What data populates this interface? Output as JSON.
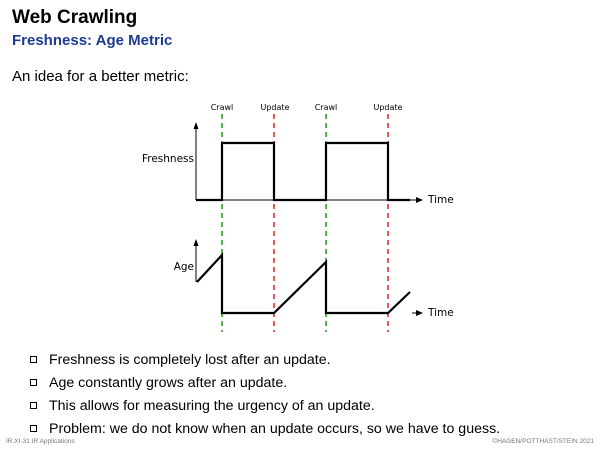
{
  "slide": {
    "title": "Web Crawling",
    "subtitle": "Freshness: Age Metric",
    "intro": "An idea for a better metric:"
  },
  "diagram": {
    "event_labels": [
      "Crawl",
      "Update",
      "Crawl",
      "Update"
    ],
    "freshness_label": "Freshness",
    "age_label": "Age",
    "time_label_top": "Time",
    "time_label_bottom": "Time",
    "colors": {
      "crawl": "#22aa22",
      "update": "#e03030",
      "line": "#000000"
    }
  },
  "bullets": [
    "Freshness is completely lost after an update.",
    "Age constantly grows after an update.",
    "This allows for measuring the urgency of an update.",
    "Problem: we do not know when an update occurs, so we have to guess."
  ],
  "footer": {
    "left": "IR:XI-31   IR Applications",
    "right": "©HAGEN/POTTHAST/STEIN 2021"
  }
}
